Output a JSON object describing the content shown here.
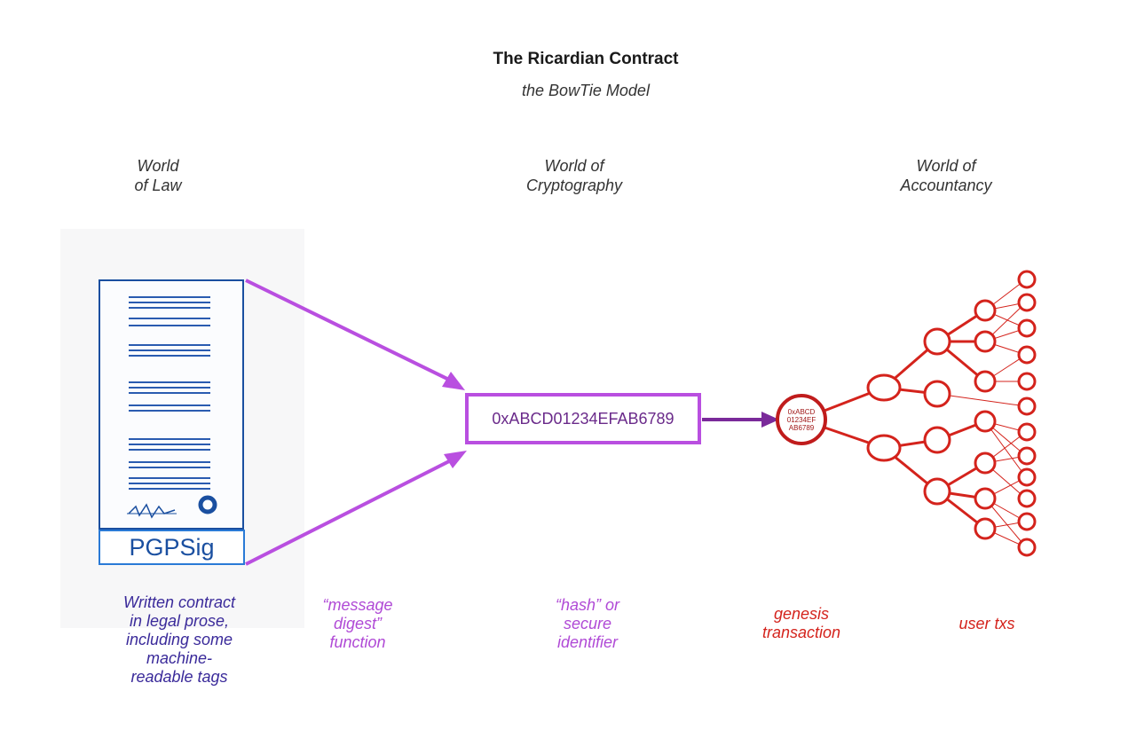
{
  "title": "The Ricardian Contract",
  "subtitle": "the BowTie Model",
  "worlds": {
    "law": [
      "World",
      "of Law"
    ],
    "crypto": [
      "World of",
      "Cryptography"
    ],
    "accountancy": [
      "World of",
      "Accountancy"
    ]
  },
  "hash_value": "0xABCD01234EFAB6789",
  "signature_label": "PGPSig",
  "genesis_node_text": [
    "0xABCD",
    "01234EF",
    "AB6789"
  ],
  "captions": {
    "contract": [
      "Written contract",
      "in legal prose,",
      "including some",
      "machine-",
      "readable tags"
    ],
    "digest": [
      "“message",
      "digest”",
      "function"
    ],
    "hash": [
      "“hash” or",
      "secure",
      "identifier"
    ],
    "genesis": [
      "genesis",
      "transaction"
    ],
    "user_txs": [
      "user txs"
    ]
  },
  "colors": {
    "arrow_purple": "#b94fe0",
    "arrow_dark_purple": "#7a2a9a",
    "tree_red": "#d4231c",
    "doc_blue": "#1a4fa0"
  }
}
